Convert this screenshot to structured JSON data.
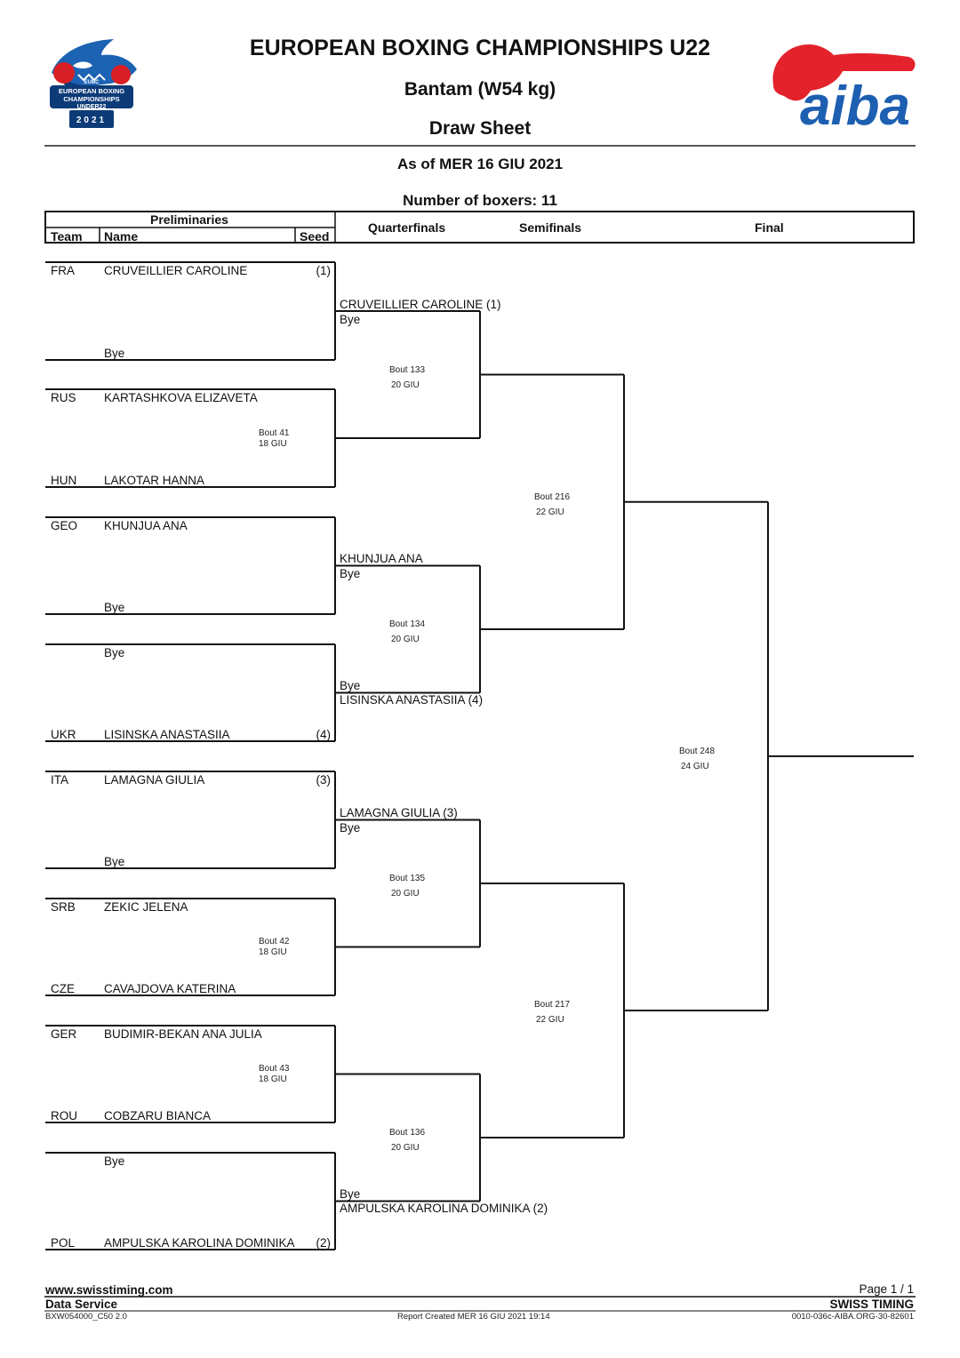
{
  "header": {
    "title": "EUROPEAN BOXING CHAMPIONSHIPS U22",
    "category": "Bantam (W54 kg)",
    "sheet": "Draw Sheet",
    "as_of": "As of MER 16 GIU 2021",
    "boxers": "Number of boxers: 11"
  },
  "logos": {
    "left": {
      "line1": "EUBC",
      "line2": "EUROPEAN BOXING",
      "line3": "CHAMPIONSHIPS",
      "line4": "UNDER22",
      "line5": "2021"
    },
    "right": {
      "text": "aiba"
    }
  },
  "columns": {
    "preliminaries": "Preliminaries",
    "team": "Team",
    "name": "Name",
    "seed": "Seed",
    "quarterfinals": "Quarterfinals",
    "semifinals": "Semifinals",
    "final": "Final"
  },
  "entries": [
    {
      "team": "FRA",
      "name": "CRUVEILLIER CAROLINE",
      "seed": "(1)"
    },
    {
      "team": "",
      "name": "Bye",
      "seed": ""
    },
    {
      "team": "RUS",
      "name": "KARTASHKOVA ELIZAVETA",
      "seed": ""
    },
    {
      "team": "HUN",
      "name": "LAKOTAR HANNA",
      "seed": ""
    },
    {
      "team": "GEO",
      "name": "KHUNJUA ANA",
      "seed": ""
    },
    {
      "team": "",
      "name": "Bye",
      "seed": ""
    },
    {
      "team": "",
      "name": "Bye",
      "seed": ""
    },
    {
      "team": "UKR",
      "name": "LISINSKA ANASTASIIA",
      "seed": "(4)"
    },
    {
      "team": "ITA",
      "name": "LAMAGNA GIULIA",
      "seed": "(3)"
    },
    {
      "team": "",
      "name": "Bye",
      "seed": ""
    },
    {
      "team": "SRB",
      "name": "ZEKIC JELENA",
      "seed": ""
    },
    {
      "team": "CZE",
      "name": "CAVAJDOVA KATERINA",
      "seed": ""
    },
    {
      "team": "GER",
      "name": "BUDIMIR-BEKAN ANA JULIA",
      "seed": ""
    },
    {
      "team": "ROU",
      "name": "COBZARU BIANCA",
      "seed": ""
    },
    {
      "team": "",
      "name": "Bye",
      "seed": ""
    },
    {
      "team": "POL",
      "name": "AMPULSKA KAROLINA DOMINIKA",
      "seed": "(2)"
    }
  ],
  "prelim_bouts": [
    {
      "bout": "Bout 41",
      "date": "18 GIU"
    },
    {
      "bout": "Bout 42",
      "date": "18 GIU"
    },
    {
      "bout": "Bout 43",
      "date": "18 GIU"
    }
  ],
  "quarterfinals": [
    {
      "top": "CRUVEILLIER CAROLINE (1)",
      "top_sub": "Bye",
      "bottom": "",
      "bottom_sub": "",
      "bout": "Bout 133",
      "date": "20 GIU"
    },
    {
      "top": "KHUNJUA ANA",
      "top_sub": "Bye",
      "bottom": "LISINSKA ANASTASIIA (4)",
      "bottom_sub": "Bye",
      "bout": "Bout 134",
      "date": "20 GIU"
    },
    {
      "top": "LAMAGNA GIULIA (3)",
      "top_sub": "Bye",
      "bottom": "",
      "bottom_sub": "",
      "bout": "Bout 135",
      "date": "20 GIU"
    },
    {
      "top": "",
      "top_sub": "",
      "bottom": "AMPULSKA KAROLINA DOMINIKA (2)",
      "bottom_sub": "Bye",
      "bout": "Bout 136",
      "date": "20 GIU"
    }
  ],
  "semifinals": [
    {
      "bout": "Bout 216",
      "date": "22 GIU"
    },
    {
      "bout": "Bout 217",
      "date": "22 GIU"
    }
  ],
  "final": {
    "bout": "Bout 248",
    "date": "24 GIU"
  },
  "footer": {
    "website": "www.swisstiming.com",
    "service": "Data Service",
    "code": "BXW054000_C50 2.0",
    "report": "Report Created  MER 16 GIU 2021 19:14",
    "page": "Page 1 / 1",
    "brand": "SWISS TIMING",
    "ref": "0010-036c-AIBA.ORG-30-82601"
  }
}
